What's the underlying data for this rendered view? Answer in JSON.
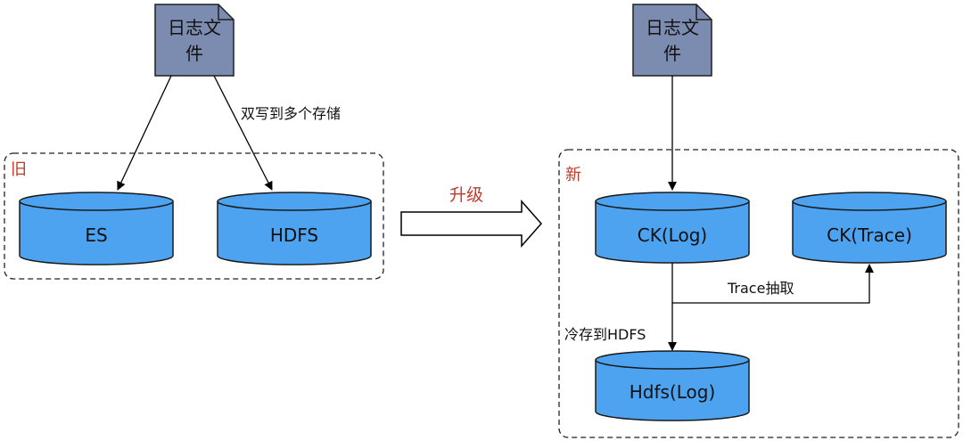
{
  "old": {
    "log_file_label_line1": "日志文",
    "log_file_label_line2": "件",
    "dual_write_label": "双写到多个存储",
    "group_label": "旧",
    "es_label": "ES",
    "hdfs_label": "HDFS"
  },
  "upgrade_label": "升级",
  "new": {
    "log_file_label_line1": "日志文",
    "log_file_label_line2": "件",
    "group_label": "新",
    "ck_log_label": "CK(Log)",
    "ck_trace_label": "CK(Trace)",
    "trace_extract_label": "Trace抽取",
    "cold_storage_label": "冷存到HDFS",
    "hdfs_log_label": "Hdfs(Log)"
  },
  "colors": {
    "file_fill": "#7c8cb0",
    "cylinder_fill": "#4da3f0",
    "cylinder_stroke": "#1a1a1a",
    "group_label_red": "#c0392b",
    "line": "#000000"
  }
}
